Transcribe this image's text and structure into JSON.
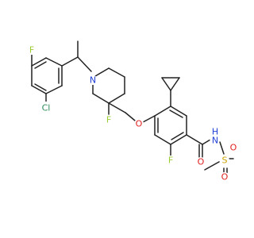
{
  "molecule": {
    "atoms": {
      "F_top": "F",
      "Cl": "Cl",
      "N_pip": "N",
      "F_pip": "F",
      "O_ether": "O",
      "F_ring": "F",
      "O_carbonyl": "O",
      "NH": "H",
      "N_amide": "N",
      "S": "S",
      "O_s1": "O",
      "O_s2": "O"
    },
    "colors": {
      "bond": "#222222",
      "F": "#9acd32",
      "Cl": "#2e8b57",
      "N": "#1f3fd6",
      "O": "#e02020",
      "S": "#c8a200"
    }
  }
}
